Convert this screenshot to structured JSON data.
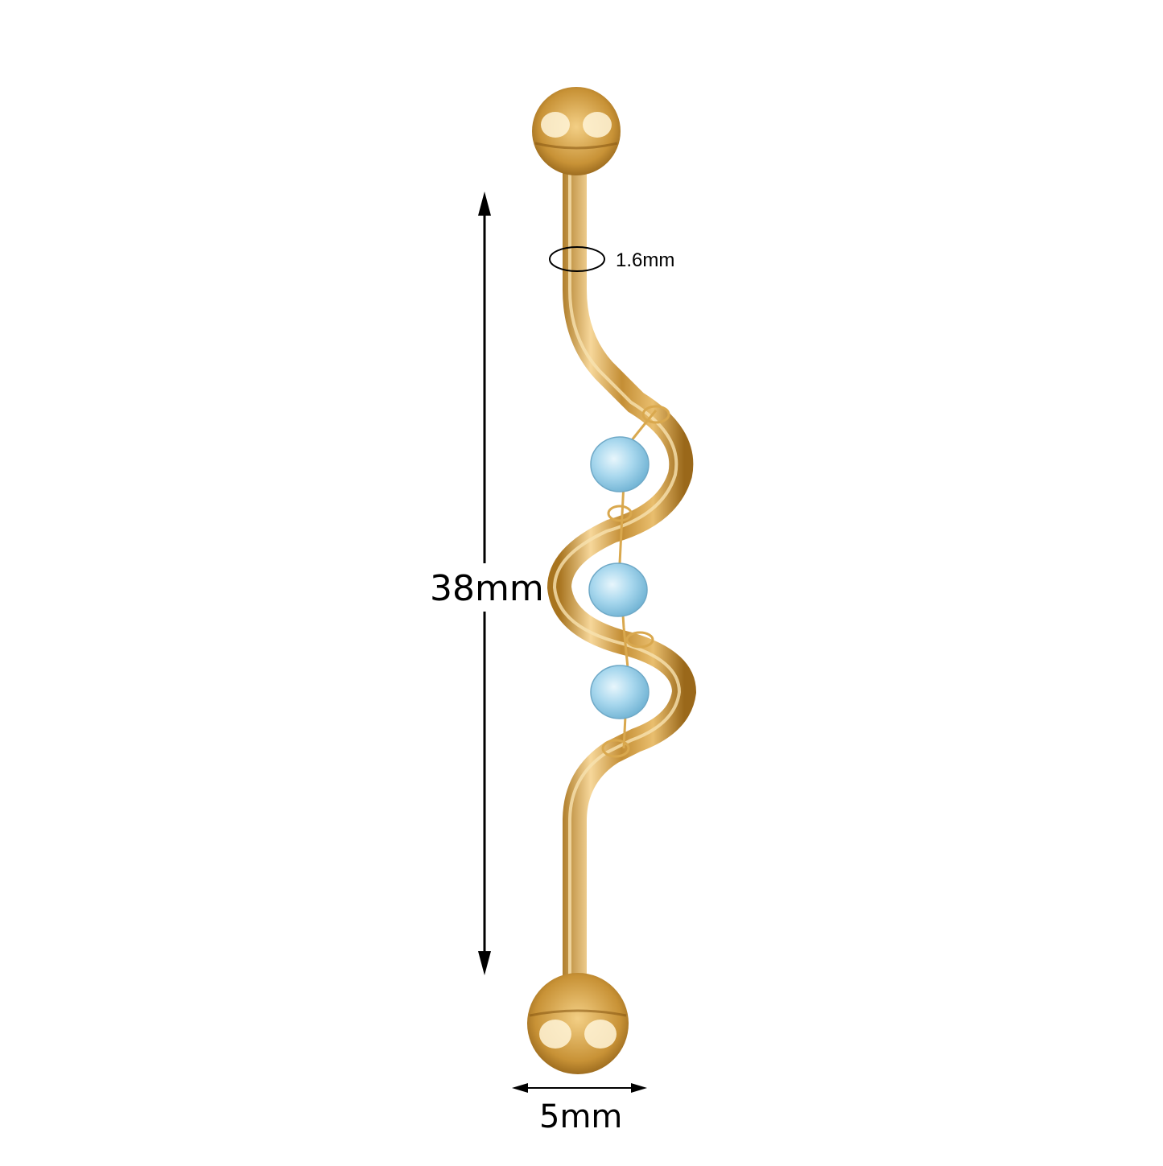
{
  "product": {
    "name": "Gold industrial barbell with wire-wrapped aqua glass beads",
    "metal_color": "#D4A24C",
    "bead_color": "#9FD0E8",
    "bead_count": 3
  },
  "dimensions": {
    "length_label": "38mm",
    "gauge_label": "1.6mm",
    "ball_diameter_label": "5mm"
  }
}
